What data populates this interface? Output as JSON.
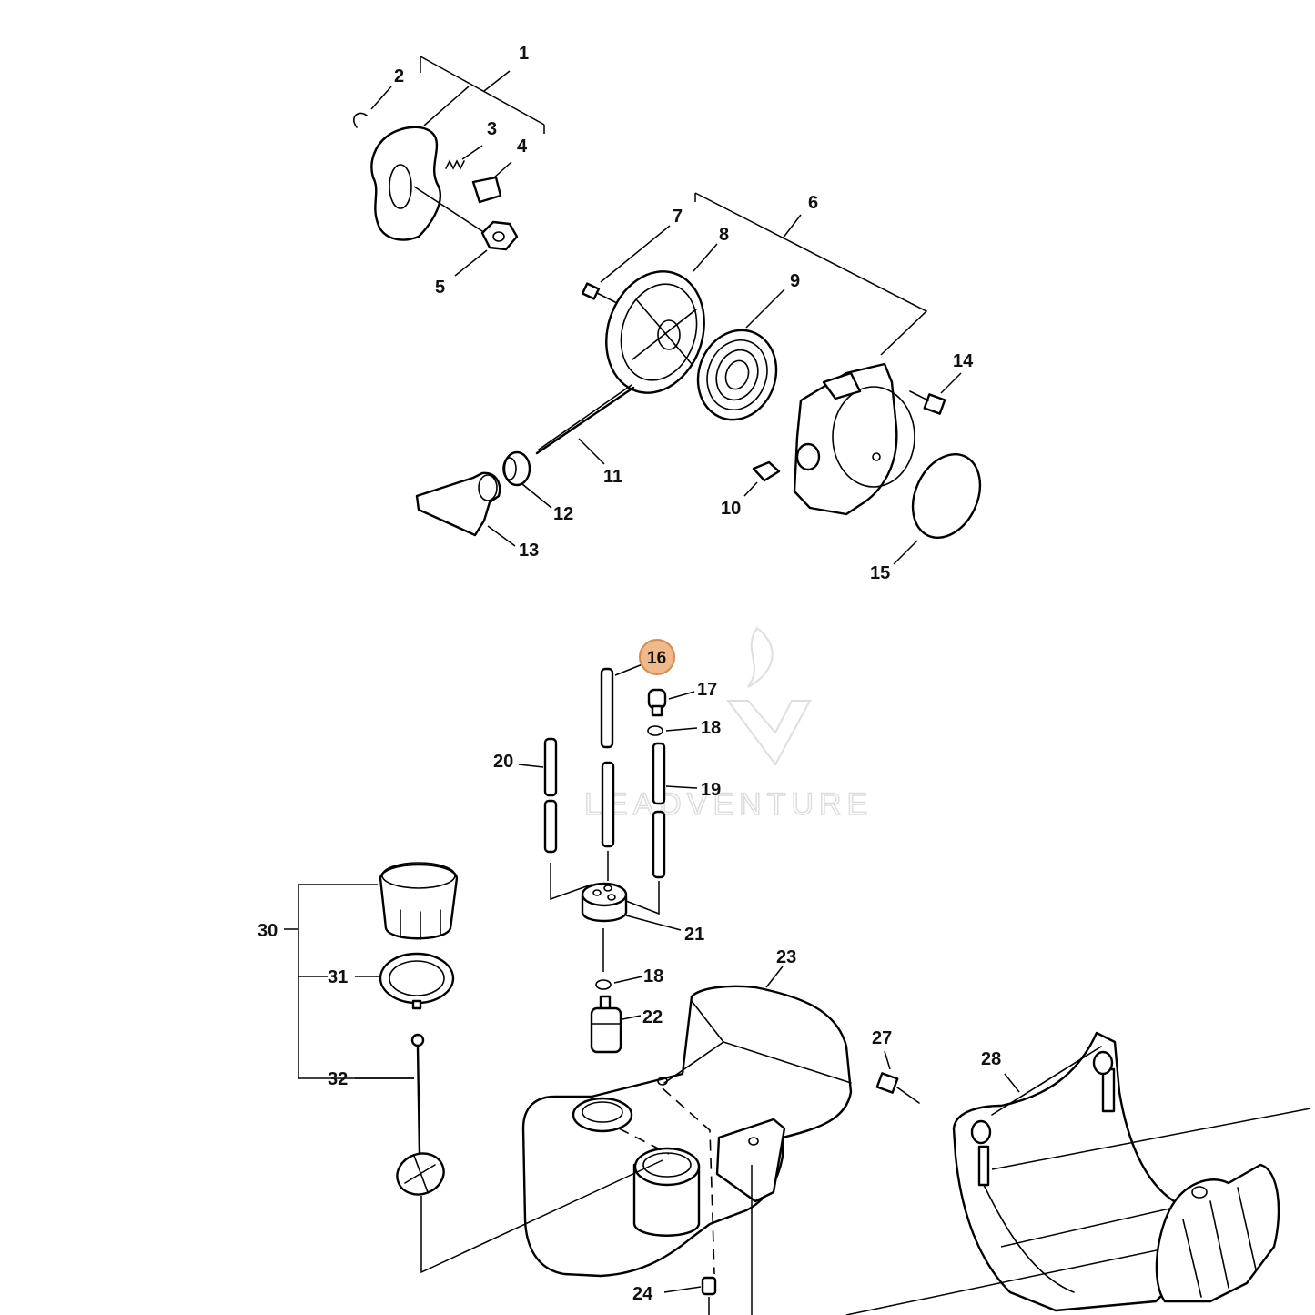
{
  "diagram": {
    "watermark": {
      "text": "LEADVENTURE"
    },
    "highlight_color": "#f0b98a",
    "highlight_stroke": "#d4894f",
    "callouts": [
      {
        "id": "1",
        "label": "1"
      },
      {
        "id": "2",
        "label": "2"
      },
      {
        "id": "3",
        "label": "3"
      },
      {
        "id": "4",
        "label": "4"
      },
      {
        "id": "5",
        "label": "5"
      },
      {
        "id": "6",
        "label": "6"
      },
      {
        "id": "7",
        "label": "7"
      },
      {
        "id": "8",
        "label": "8"
      },
      {
        "id": "9",
        "label": "9"
      },
      {
        "id": "10",
        "label": "10"
      },
      {
        "id": "11",
        "label": "11"
      },
      {
        "id": "12",
        "label": "12"
      },
      {
        "id": "13",
        "label": "13"
      },
      {
        "id": "14",
        "label": "14"
      },
      {
        "id": "15",
        "label": "15"
      },
      {
        "id": "16",
        "label": "16",
        "highlighted": true
      },
      {
        "id": "17",
        "label": "17"
      },
      {
        "id": "18a",
        "label": "18"
      },
      {
        "id": "19",
        "label": "19"
      },
      {
        "id": "20",
        "label": "20"
      },
      {
        "id": "21",
        "label": "21"
      },
      {
        "id": "18b",
        "label": "18"
      },
      {
        "id": "22",
        "label": "22"
      },
      {
        "id": "23",
        "label": "23"
      },
      {
        "id": "24",
        "label": "24"
      },
      {
        "id": "27",
        "label": "27"
      },
      {
        "id": "28",
        "label": "28"
      },
      {
        "id": "30",
        "label": "30"
      },
      {
        "id": "31",
        "label": "31"
      },
      {
        "id": "32",
        "label": "32"
      }
    ]
  }
}
